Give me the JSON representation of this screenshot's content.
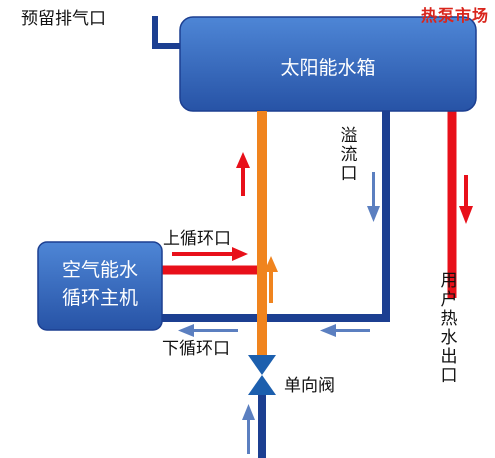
{
  "watermark": "热泵市场",
  "tank": {
    "label": "太阳能水箱"
  },
  "heat_pump": {
    "label_line1": "空气能水",
    "label_line2": "循环主机"
  },
  "labels": {
    "vent": "预留排气口",
    "overflow": "溢流口",
    "upper_loop": "上循环口",
    "lower_loop": "下循环口",
    "check_valve": "单向阀",
    "hot_water_out": "用户热水出口"
  },
  "colors": {
    "blue_pipe": "#1c3f91",
    "box_fill": "#2e63b7",
    "red_pipe": "#e8101a",
    "orange_pipe": "#f0841e",
    "arrow_blue": "#5b7fc0"
  }
}
